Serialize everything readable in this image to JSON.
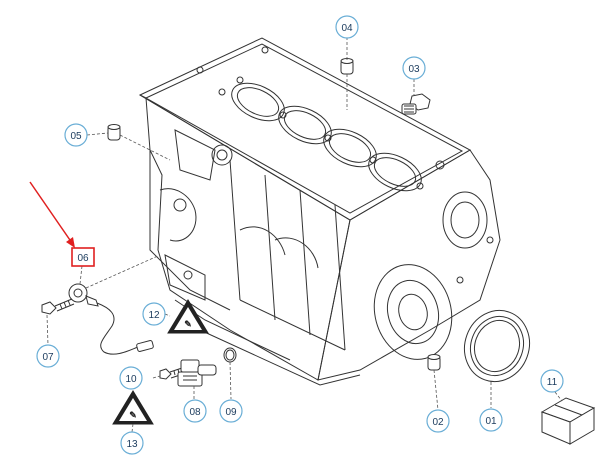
{
  "colors": {
    "callout_stroke": "#6aaed6",
    "callout_text": "#1a3a5c",
    "highlight": "#e02020",
    "line": "#333333"
  },
  "highlighted_part": "06",
  "callouts": [
    {
      "id": "c01",
      "label": "01"
    },
    {
      "id": "c02",
      "label": "02"
    },
    {
      "id": "c03",
      "label": "03"
    },
    {
      "id": "c04",
      "label": "04"
    },
    {
      "id": "c05",
      "label": "05"
    },
    {
      "id": "c06",
      "label": "06"
    },
    {
      "id": "c07",
      "label": "07"
    },
    {
      "id": "c08",
      "label": "08"
    },
    {
      "id": "c09",
      "label": "09"
    },
    {
      "id": "c10",
      "label": "10"
    },
    {
      "id": "c11",
      "label": "11"
    },
    {
      "id": "c12",
      "label": "12"
    },
    {
      "id": "c13",
      "label": "13"
    }
  ]
}
